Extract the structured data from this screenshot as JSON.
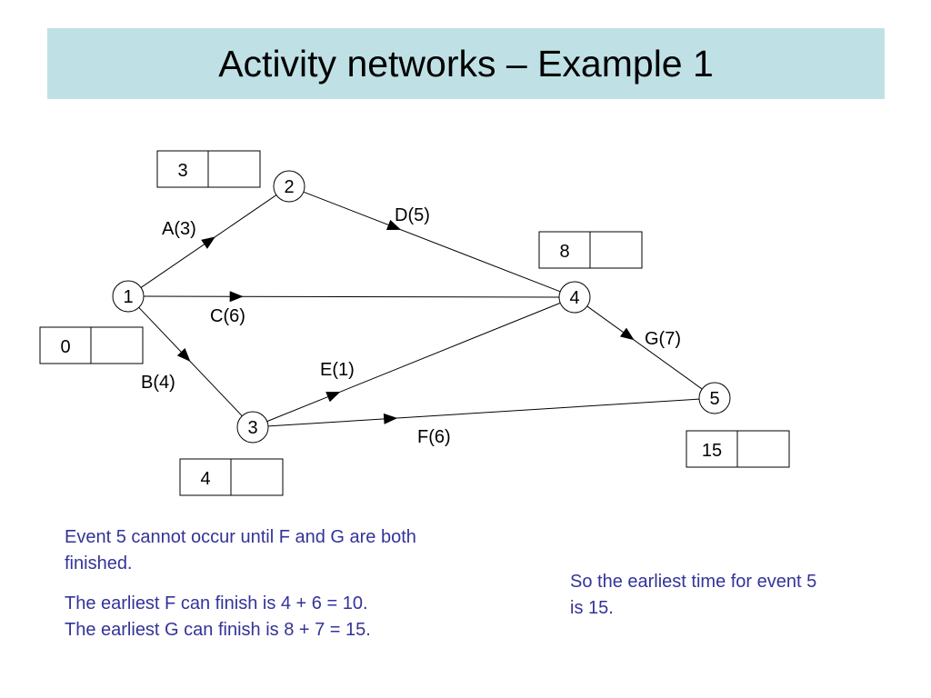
{
  "title": "Activity networks – Example 1",
  "colors": {
    "title_bg": "#bfe1e5",
    "note_text": "#333399",
    "highlight": "#ff0000",
    "stroke": "#000000"
  },
  "nodes": [
    {
      "id": "1",
      "label": "1",
      "box_value": "0",
      "box_highlight": false
    },
    {
      "id": "2",
      "label": "2",
      "box_value": "3",
      "box_highlight": false
    },
    {
      "id": "3",
      "label": "3",
      "box_value": "4",
      "box_highlight": false
    },
    {
      "id": "4",
      "label": "4",
      "box_value": "8",
      "box_highlight": false
    },
    {
      "id": "5",
      "label": "5",
      "box_value": "15",
      "box_highlight": true
    }
  ],
  "activities": [
    {
      "from": "1",
      "to": "2",
      "label": "A(3)"
    },
    {
      "from": "1",
      "to": "3",
      "label": "B(4)"
    },
    {
      "from": "1",
      "to": "4",
      "label": "C(6)"
    },
    {
      "from": "2",
      "to": "4",
      "label": "D(5)"
    },
    {
      "from": "3",
      "to": "4",
      "label": "E(1)"
    },
    {
      "from": "3",
      "to": "5",
      "label": "F(6)"
    },
    {
      "from": "4",
      "to": "5",
      "label": "G(7)"
    }
  ],
  "notes": {
    "left_1": "Event 5 cannot occur until F and G are both finished.",
    "left_2a": "The earliest F can finish is 4 + 6 = 10.",
    "left_2b": "The earliest G can finish is 8 + 7 = 15.",
    "right": "So the earliest time for event 5 is 15."
  }
}
